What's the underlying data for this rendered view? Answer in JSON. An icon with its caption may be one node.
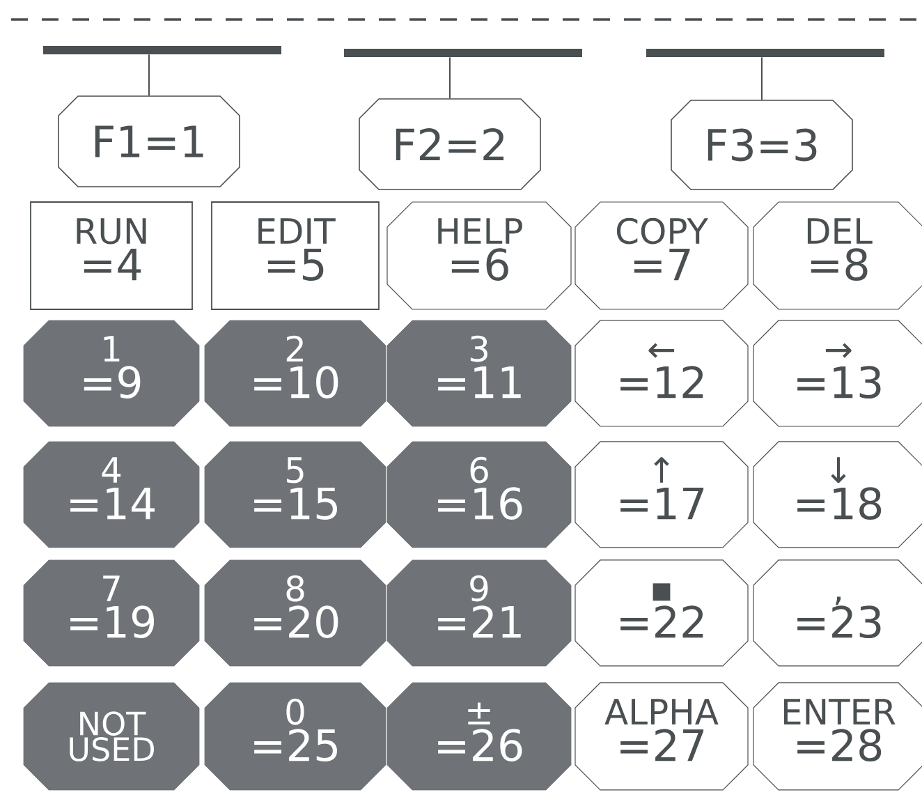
{
  "diagram": {
    "nodes": [
      {
        "text": [],
        "shape": "bar"
      },
      {
        "text": [],
        "shape": "bar"
      },
      {
        "text": [],
        "shape": "bar"
      },
      {
        "text": [
          "F1=1"
        ]
      },
      {
        "text": [
          "F2=2"
        ]
      },
      {
        "text": [
          "F3=3"
        ]
      },
      {
        "text": [
          "RUN",
          "=4"
        ]
      },
      {
        "text": [
          "EDIT",
          "=5"
        ]
      },
      {
        "text": [
          "HELP",
          "=6"
        ]
      },
      {
        "text": [
          "COPY",
          "=7"
        ]
      },
      {
        "text": [
          "DEL",
          "=8"
        ]
      },
      {
        "text": [
          "1",
          "=9"
        ]
      },
      {
        "text": [
          "2",
          "=10"
        ]
      },
      {
        "text": [
          "3",
          "=11"
        ]
      },
      {
        "text": [
          "←",
          "=12"
        ]
      },
      {
        "text": [
          "→",
          "=13"
        ]
      },
      {
        "text": [
          "4",
          "=14"
        ]
      },
      {
        "text": [
          "5",
          "=15"
        ]
      },
      {
        "text": [
          "6",
          "=16"
        ]
      },
      {
        "text": [
          "↑",
          "=17"
        ]
      },
      {
        "text": [
          "↓",
          "=18"
        ]
      },
      {
        "text": [
          "7",
          "=19"
        ]
      },
      {
        "text": [
          "8",
          "=20"
        ]
      },
      {
        "text": [
          "9",
          "=21"
        ]
      },
      {
        "text": [
          "▪",
          "=22"
        ]
      },
      {
        "text": [
          ",",
          "=23"
        ]
      },
      {
        "text": [
          "NOT USED"
        ]
      },
      {
        "text": [
          "0",
          "=25"
        ]
      },
      {
        "text": [
          "±",
          "=26"
        ]
      },
      {
        "text": [
          "ALPHA",
          "=27"
        ]
      },
      {
        "text": [
          "ENTER",
          "=28"
        ]
      }
    ],
    "edges": [
      {
        "from": 0,
        "to": 3,
        "arrow": "none"
      },
      {
        "from": 1,
        "to": 4,
        "arrow": "none"
      },
      {
        "from": 2,
        "to": 5,
        "arrow": "none"
      }
    ]
  }
}
